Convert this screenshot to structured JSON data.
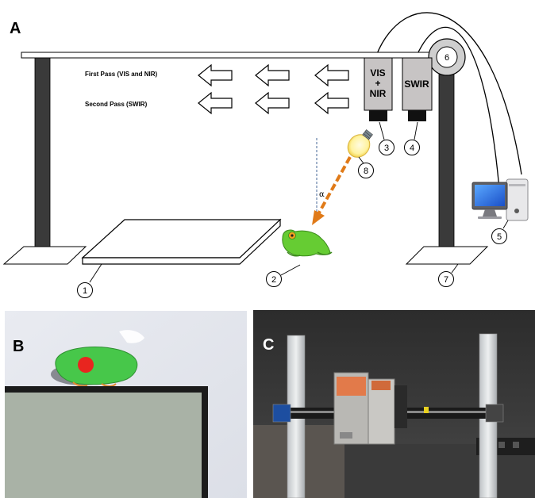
{
  "panels": {
    "a": {
      "letter": "A"
    },
    "b": {
      "letter": "B"
    },
    "c": {
      "letter": "C"
    }
  },
  "passes": {
    "first": "First Pass (VIS and NIR)",
    "second": "Second Pass (SWIR)"
  },
  "cameras": {
    "vis_nir": {
      "line1": "VIS",
      "line2": "+",
      "line3": "NIR"
    },
    "swir": {
      "label": "SWIR"
    }
  },
  "callouts": [
    "1",
    "2",
    "3",
    "4",
    "5",
    "6",
    "7",
    "8"
  ],
  "angle_symbol": "α",
  "icons": {
    "arrow": "left-arrow-icon",
    "bulb": "light-bulb-icon",
    "frog": "frog-icon",
    "computer": "computer-icon",
    "pulley": "pulley-icon"
  },
  "colors": {
    "frame": "#3a3a3a",
    "camera_body": "#c7c4c4",
    "light_beam": "#e07a18",
    "frog_green": "#66cc33",
    "frog_red_spot": "#e8251f"
  }
}
